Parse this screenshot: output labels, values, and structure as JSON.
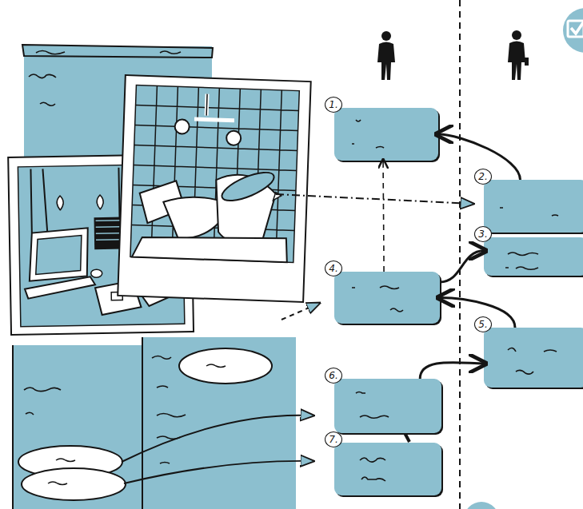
{
  "diagram": {
    "nodes": [
      {
        "text": [
          "1."
        ]
      },
      {
        "text": [
          "2."
        ]
      },
      {
        "text": [
          "3."
        ]
      },
      {
        "text": [
          "4."
        ]
      },
      {
        "text": [
          "5."
        ]
      },
      {
        "text": [
          "6."
        ]
      },
      {
        "text": [
          "7."
        ]
      }
    ],
    "edges": [
      {
        "from": 1,
        "to": 0,
        "arrow": "to"
      },
      {
        "from": 3,
        "to": 0,
        "arrow": "to"
      },
      {
        "from": 3,
        "to": 2,
        "arrow": "to"
      },
      {
        "from": 4,
        "to": 3,
        "arrow": "to"
      },
      {
        "from": 5,
        "to": 4,
        "arrow": "to"
      }
    ]
  }
}
